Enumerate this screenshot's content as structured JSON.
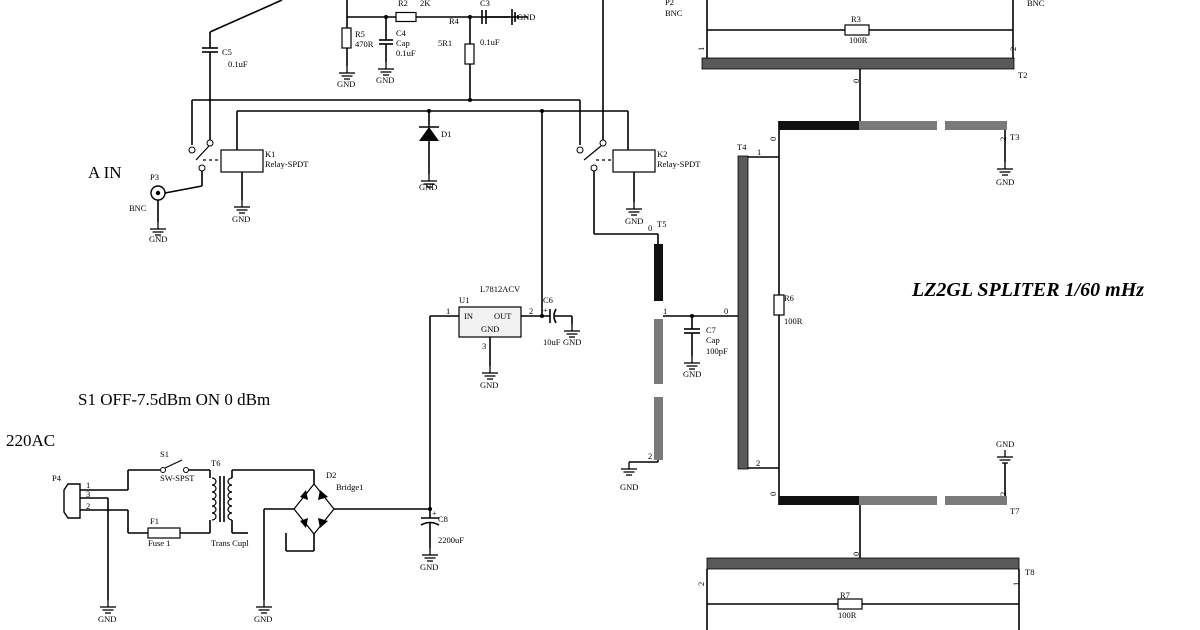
{
  "title": "LZ2GL SPLITER 1/60 mHz",
  "notes": {
    "a_in": "A IN",
    "switch_note": "S1 OFF-7.5dBm ON 0 dBm",
    "mains": "220AC"
  },
  "labels": {
    "gnd": "GND",
    "bnc": "BNC",
    "p2": "P2",
    "p3": "P3",
    "p4": "P4",
    "r2": "R2",
    "r2_val": "2K",
    "r3": "R3",
    "r3_val": "100R",
    "r4": "R4",
    "r4_val": "5R1",
    "r5": "R5",
    "r5_val": "470R",
    "r6": "R6",
    "r6_val": "100R",
    "r7": "R7",
    "r7_val": "100R",
    "c3": "C3",
    "c3_val": "0.1uF",
    "c4": "C4",
    "c4_type": "Cap",
    "c4_val": "0.1uF",
    "c5": "C5",
    "c5_val": "0.1uF",
    "c6": "C6",
    "c6_val": "10uF",
    "c7": "C7",
    "c7_type": "Cap",
    "c7_val": "100pF",
    "c8": "C8",
    "c8_val": "2200uF",
    "d1": "D1",
    "d2": "D2",
    "bridge": "Bridge1",
    "k1": "K1",
    "k2": "K2",
    "relay": "Relay-SPDT",
    "u1": "U1",
    "u1_part": "L7812ACV",
    "u1_in": "IN",
    "u1_out": "OUT",
    "u1_gnd": "GND",
    "s1": "S1",
    "s1_type": "SW-SPST",
    "f1": "F1",
    "f1_type": "Fuse 1",
    "t6": "T6",
    "t6_type": "Trans Cupl",
    "t2": "T2",
    "t3": "T3",
    "t4": "T4",
    "t5": "T5",
    "t7": "T7",
    "t8": "T8",
    "pin0": "0",
    "pin1": "1",
    "pin2": "2",
    "pin3": "3",
    "plus": "+"
  }
}
